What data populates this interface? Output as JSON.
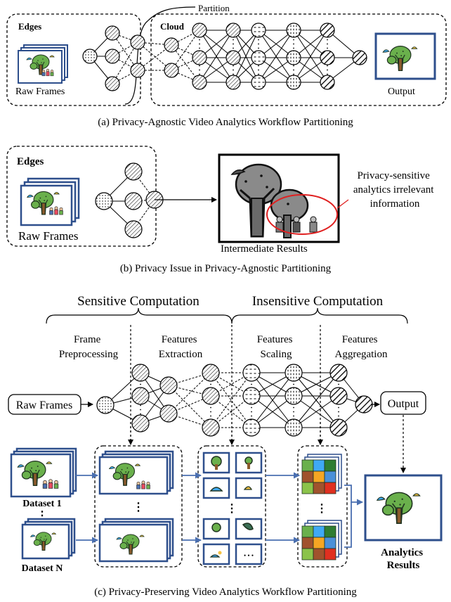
{
  "panel_a": {
    "edges_label": "Edges",
    "cloud_label": "Cloud",
    "partition_label": "Partition",
    "raw_frames_label": "Raw Frames",
    "output_label": "Output",
    "caption": "(a) Privacy-Agnostic Video Analytics Workflow Partitioning"
  },
  "panel_b": {
    "edges_label": "Edges",
    "raw_frames_label": "Raw Frames",
    "intermediate_label": "Intermediate Results",
    "annotation": [
      "Privacy-sensitive",
      "analytics irrelevant",
      "information"
    ],
    "caption": "(b) Privacy Issue in Privacy-Agnostic Partitioning"
  },
  "panel_c": {
    "sensitive_label": "Sensitive Computation",
    "insensitive_label": "Insensitive Computation",
    "stages": [
      [
        "Frame",
        "Preprocessing"
      ],
      [
        "Features",
        "Extraction"
      ],
      [
        "Features",
        "Scaling"
      ],
      [
        "Features",
        "Aggregation"
      ]
    ],
    "raw_frames_label": "Raw Frames",
    "output_label": "Output",
    "dataset_first": "Dataset 1",
    "dataset_last": "Dataset N",
    "vertical_dots": "⋮",
    "ellipsis": "• • •",
    "analytics_results": [
      "Analytics",
      "Results"
    ],
    "caption": "(c) Privacy-Preserving Video Analytics Workflow Partitioning"
  },
  "colors": {
    "frame_border": "#2e4f8c",
    "arrow_blue": "#4a6fb0",
    "highlight_red": "#e02020",
    "tree_green": "#6ab04c",
    "tree_trunk": "#8b5a2b",
    "gray_tree": "#8a8a8a",
    "grid_cells": [
      "#6ab04c",
      "#3fa9f5",
      "#2e7d32",
      "#a0522d",
      "#f5a623",
      "#4a90d9",
      "#8bc34a",
      "#a0522d",
      "#e03020"
    ]
  }
}
